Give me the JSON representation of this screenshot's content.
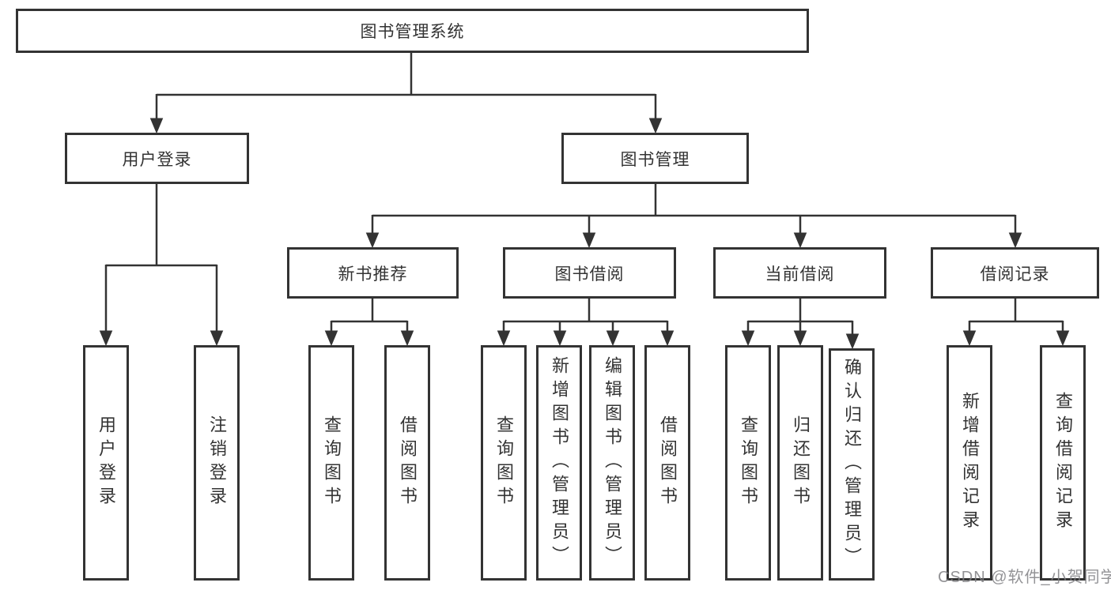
{
  "tree": {
    "root": {
      "label": "图书管理系统"
    },
    "branches": [
      {
        "label": "用户登录",
        "children": [
          {
            "label": "用户登录"
          },
          {
            "label": "注销登录"
          }
        ]
      },
      {
        "label": "图书管理",
        "children": [
          {
            "label": "新书推荐",
            "children": [
              {
                "label": "查询图书"
              },
              {
                "label": "借阅图书"
              }
            ]
          },
          {
            "label": "图书借阅",
            "children": [
              {
                "label": "查询图书"
              },
              {
                "label": "新增图书（管理员）"
              },
              {
                "label": "编辑图书（管理员）"
              },
              {
                "label": "借阅图书"
              }
            ]
          },
          {
            "label": "当前借阅",
            "children": [
              {
                "label": "查询图书"
              },
              {
                "label": "归还图书"
              },
              {
                "label": "确认归还（管理员）"
              }
            ]
          },
          {
            "label": "借阅记录",
            "children": [
              {
                "label": "新增借阅记录"
              },
              {
                "label": "查询借阅记录"
              }
            ]
          }
        ]
      }
    ]
  },
  "watermark": {
    "text": "CSDN @软件_小贺同学"
  },
  "colors": {
    "line": "#333333",
    "box_border": "#333333",
    "text": "#333333",
    "background": "#ffffff",
    "watermark": "#808084"
  }
}
